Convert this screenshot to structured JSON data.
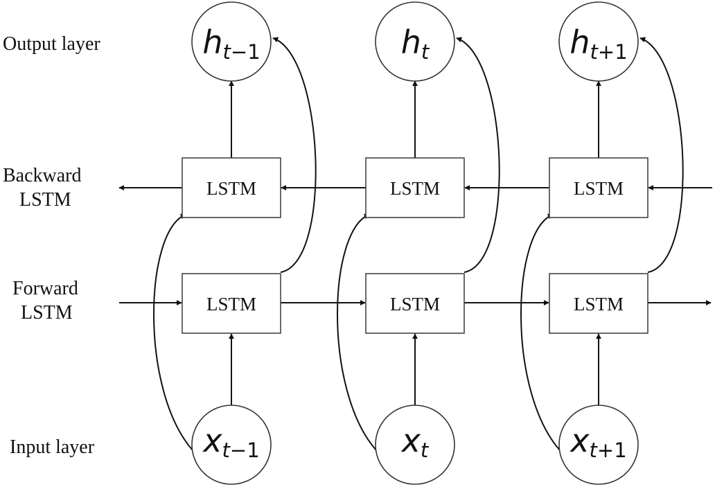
{
  "row_labels": {
    "output": "Output layer",
    "backward": [
      "Backward",
      "LSTM"
    ],
    "forward": [
      "Forward",
      "LSTM"
    ],
    "input": "Input layer"
  },
  "cell_label": "LSTM",
  "timesteps": [
    {
      "h_base": "h",
      "h_sub_var": "t",
      "h_sub_rest": "−1",
      "x_base": "x",
      "x_sub_var": "t",
      "x_sub_rest": "−1"
    },
    {
      "h_base": "h",
      "h_sub_var": "t",
      "h_sub_rest": "",
      "x_base": "x",
      "x_sub_var": "t",
      "x_sub_rest": ""
    },
    {
      "h_base": "h",
      "h_sub_var": "t",
      "h_sub_rest": "+1",
      "x_base": "x",
      "x_sub_var": "t",
      "x_sub_rest": "+1"
    }
  ]
}
